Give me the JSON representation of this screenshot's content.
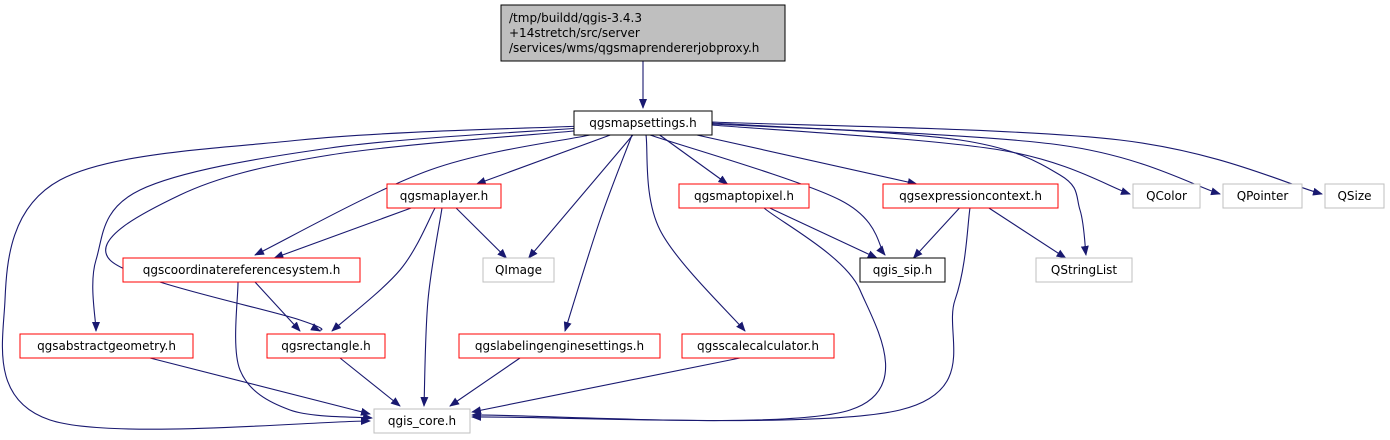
{
  "colors": {
    "edge": "#191970",
    "root_fill": "#bfbfbf",
    "root_border": "#000000",
    "documented_border": "#ff0000",
    "undocumented_border": "#bfbfbf",
    "plain_border": "#000000",
    "text": "#000000"
  },
  "nodes": [
    {
      "id": "root",
      "lines": [
        "/tmp/buildd/qgis-3.4.3",
        "+14stretch/src/server",
        "/services/wms/qgsmaprendererjobproxy.h"
      ],
      "style": "root"
    },
    {
      "id": "qgsmapsettings",
      "lines": [
        "qgsmapsettings.h"
      ],
      "style": "plain"
    },
    {
      "id": "qgsmaplayer",
      "lines": [
        "qgsmaplayer.h"
      ],
      "style": "red"
    },
    {
      "id": "qgsmaptopixel",
      "lines": [
        "qgsmaptopixel.h"
      ],
      "style": "red"
    },
    {
      "id": "qgsexpressioncontext",
      "lines": [
        "qgsexpressioncontext.h"
      ],
      "style": "red"
    },
    {
      "id": "qcolor",
      "lines": [
        "QColor"
      ],
      "style": "gray"
    },
    {
      "id": "qpointer",
      "lines": [
        "QPointer"
      ],
      "style": "gray"
    },
    {
      "id": "qsize",
      "lines": [
        "QSize"
      ],
      "style": "gray"
    },
    {
      "id": "qgscoordinatereferencesystem",
      "lines": [
        "qgscoordinatereferencesystem.h"
      ],
      "style": "red"
    },
    {
      "id": "qimage",
      "lines": [
        "QImage"
      ],
      "style": "gray"
    },
    {
      "id": "qgis_sip",
      "lines": [
        "qgis_sip.h"
      ],
      "style": "plain"
    },
    {
      "id": "qstringlist",
      "lines": [
        "QStringList"
      ],
      "style": "gray"
    },
    {
      "id": "qgsabstractgeometry",
      "lines": [
        "qgsabstractgeometry.h"
      ],
      "style": "red"
    },
    {
      "id": "qgsrectangle",
      "lines": [
        "qgsrectangle.h"
      ],
      "style": "red"
    },
    {
      "id": "qgslabelingenginesettings",
      "lines": [
        "qgslabelingenginesettings.h"
      ],
      "style": "red"
    },
    {
      "id": "qgsscalecalculator",
      "lines": [
        "qgsscalecalculator.h"
      ],
      "style": "red"
    },
    {
      "id": "qgis_core",
      "lines": [
        "qgis_core.h"
      ],
      "style": "gray"
    }
  ],
  "edges": [
    [
      "root",
      "qgsmapsettings"
    ],
    [
      "qgsmapsettings",
      "qgsmaplayer"
    ],
    [
      "qgsmapsettings",
      "qgsmaptopixel"
    ],
    [
      "qgsmapsettings",
      "qgsexpressioncontext"
    ],
    [
      "qgsmapsettings",
      "qcolor"
    ],
    [
      "qgsmapsettings",
      "qpointer"
    ],
    [
      "qgsmapsettings",
      "qsize"
    ],
    [
      "qgsmapsettings",
      "qgscoordinatereferencesystem"
    ],
    [
      "qgsmapsettings",
      "qimage"
    ],
    [
      "qgsmapsettings",
      "qgis_sip"
    ],
    [
      "qgsmapsettings",
      "qstringlist"
    ],
    [
      "qgsmapsettings",
      "qgsabstractgeometry"
    ],
    [
      "qgsmapsettings",
      "qgsrectangle"
    ],
    [
      "qgsmapsettings",
      "qgslabelingenginesettings"
    ],
    [
      "qgsmapsettings",
      "qgsscalecalculator"
    ],
    [
      "qgsmapsettings",
      "qgis_core"
    ],
    [
      "qgsmaplayer",
      "qgscoordinatereferencesystem"
    ],
    [
      "qgsmaplayer",
      "qimage"
    ],
    [
      "qgsmaplayer",
      "qgsrectangle"
    ],
    [
      "qgsmaplayer",
      "qgis_core"
    ],
    [
      "qgsmaptopixel",
      "qgis_sip"
    ],
    [
      "qgsmaptopixel",
      "qgis_core"
    ],
    [
      "qgsexpressioncontext",
      "qgis_sip"
    ],
    [
      "qgsexpressioncontext",
      "qstringlist"
    ],
    [
      "qgsexpressioncontext",
      "qgis_core"
    ],
    [
      "qgscoordinatereferencesystem",
      "qgsrectangle"
    ],
    [
      "qgscoordinatereferencesystem",
      "qgis_core"
    ],
    [
      "qgsabstractgeometry",
      "qgis_core"
    ],
    [
      "qgsrectangle",
      "qgis_core"
    ],
    [
      "qgslabelingenginesettings",
      "qgis_core"
    ],
    [
      "qgsscalecalculator",
      "qgis_core"
    ]
  ]
}
